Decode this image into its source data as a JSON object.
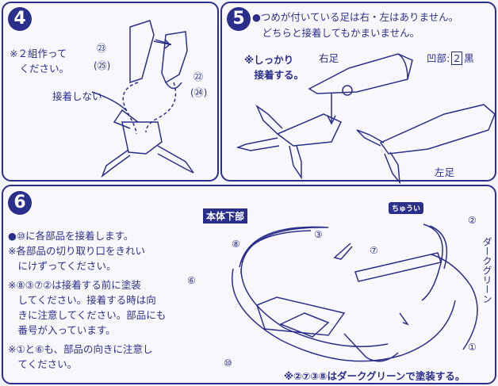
{
  "step4": {
    "number": "4",
    "note": "※２組作って\n　ください。",
    "callout_top": "㉓",
    "callout_top2": "(㉕)",
    "callout_right": "㉒",
    "callout_right2": "(㉔)",
    "label_no_glue": "接着しない"
  },
  "step5": {
    "number": "5",
    "line1": "●つめが付いている足は右・左はありません。",
    "line2": "　どちらと接着してもかまいません。",
    "glue_note": "※しっかり\n　接着する。",
    "right_leg": "右足",
    "recess": "凹部:",
    "recess_num": "2",
    "recess_color": "黒",
    "left_leg": "左足"
  },
  "step6": {
    "number": "6",
    "title_tag": "本体下部",
    "lines": [
      "●⑩に各部品を接着します。",
      "※各部品の切り取り口をきれい",
      "　にけずってください。",
      "※⑧③⑦②は接着する前に塗装",
      "　してください。接着する時は向",
      "　きに注意してください。部品にも",
      "　番号が入っています。",
      "※①と⑥も、部品の向きに注意し",
      "　てください。"
    ],
    "c1": "①",
    "c2": "②",
    "c3": "③",
    "c6": "⑥",
    "c7": "⑦",
    "c8": "⑧",
    "c10": "⑩",
    "dark_green": "ダークグリーン",
    "arrow_note": "ちゅうい",
    "footer": "※②⑦③⑧はダークグリーンで塗装する。"
  }
}
